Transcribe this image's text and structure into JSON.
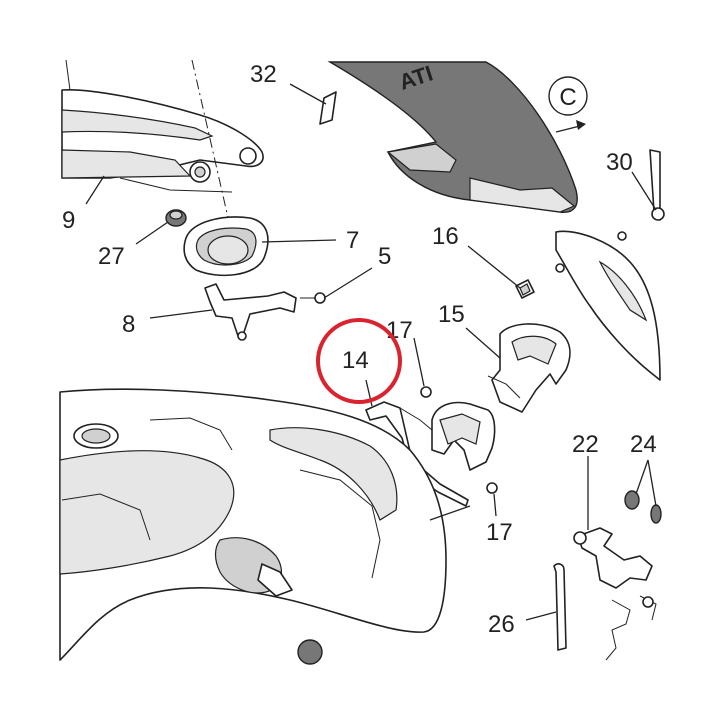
{
  "diagram": {
    "callouts": [
      {
        "id": "c32",
        "text": "32"
      },
      {
        "id": "c9",
        "text": "9"
      },
      {
        "id": "c27",
        "text": "27"
      },
      {
        "id": "c7",
        "text": "7"
      },
      {
        "id": "c5",
        "text": "5"
      },
      {
        "id": "c8",
        "text": "8"
      },
      {
        "id": "c16",
        "text": "16"
      },
      {
        "id": "c30",
        "text": "30"
      },
      {
        "id": "c15",
        "text": "15"
      },
      {
        "id": "c17a",
        "text": "17"
      },
      {
        "id": "c14",
        "text": "14"
      },
      {
        "id": "c17b",
        "text": "17"
      },
      {
        "id": "c22",
        "text": "22"
      },
      {
        "id": "c24",
        "text": "24"
      },
      {
        "id": "c26",
        "text": "26"
      }
    ],
    "reference_symbol": "C",
    "brand_mark": "ATI",
    "highlight": {
      "target": "14",
      "color": "#d9232e"
    },
    "colors": {
      "line": "#222222",
      "fill": "#ffffff",
      "panel": "#777777"
    }
  }
}
